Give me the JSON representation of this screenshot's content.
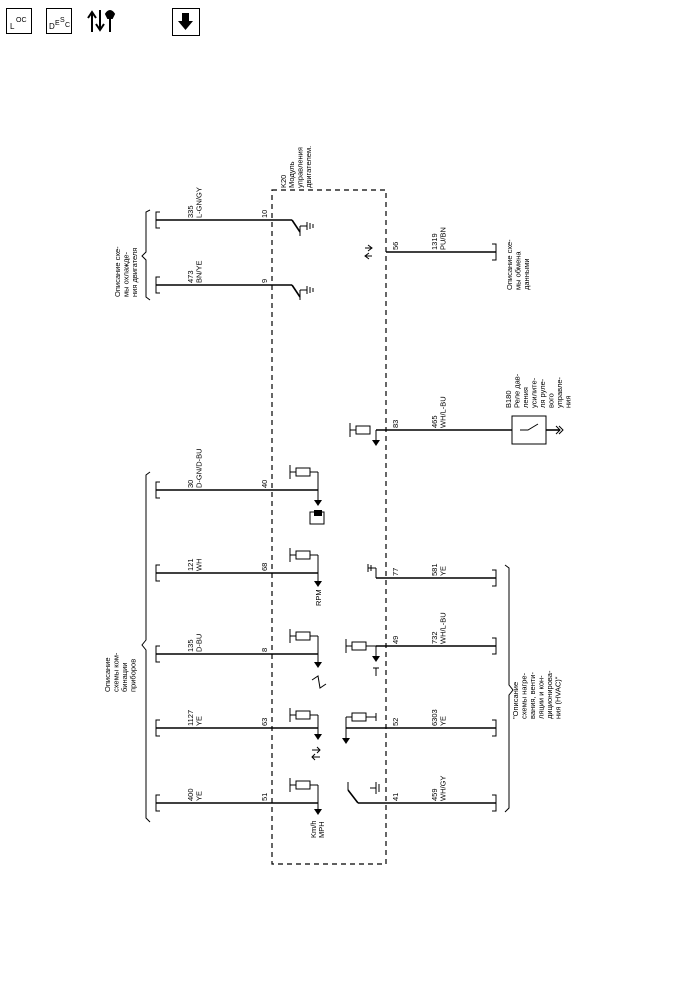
{
  "toolbar": {
    "loc_button": {
      "main": "L",
      "sub": "OC"
    },
    "desc_button": {
      "main": "D",
      "sub1": "E",
      "sub2": "S",
      "sub3": "C"
    },
    "tools_icon": "wrench-updown-icon",
    "download_icon": "arrow-down-icon"
  },
  "diagram": {
    "module_id": "K20",
    "module_name_lines": [
      "Модуль",
      "управления",
      "двигателем."
    ],
    "left_group_top_lines": [
      "Описание схе-",
      "мы охлажде-",
      "ния двигателя"
    ],
    "left_group_bottom_lines": [
      "Описание",
      "схемы ком-",
      "бинации",
      "приборов"
    ],
    "right_top_lines": [
      "Описание схе-",
      "мы обмена",
      "данными"
    ],
    "b180_lines": [
      "B180",
      "Реле дав-",
      "ления",
      "усилите-",
      "ля руле-",
      "вого",
      "управле-",
      "ния"
    ],
    "hvac_lines": [
      "\"Описание",
      "схемы нагре-",
      "вания, венти-",
      "ляции и кон-",
      "диционирова-",
      "ния (HVAC)\""
    ],
    "wires": [
      {
        "id": "335",
        "color": "L-GN/GY",
        "pin": "10"
      },
      {
        "id": "473",
        "color": "BN/YE",
        "pin": "9"
      },
      {
        "id": "1319",
        "color": "PU/BN",
        "pin": "56"
      },
      {
        "id": "465",
        "color": "WH/L-BU",
        "pin": "83"
      },
      {
        "id": "30",
        "color": "D-GN/D-BU",
        "pin": "40"
      },
      {
        "id": "121",
        "color": "WH",
        "pin": "68"
      },
      {
        "id": "581",
        "color": "YE",
        "pin": "77"
      },
      {
        "id": "135",
        "color": "D-BU",
        "pin": "8"
      },
      {
        "id": "732",
        "color": "WH/L-BU",
        "pin": "49"
      },
      {
        "id": "1127",
        "color": "YE",
        "pin": "63"
      },
      {
        "id": "6303",
        "color": "YE",
        "pin": "52"
      },
      {
        "id": "400",
        "color": "YE",
        "pin": "51"
      },
      {
        "id": "459",
        "color": "WH/GY",
        "pin": "41"
      }
    ],
    "signal_labels": {
      "rpm": "RPM",
      "speed_line1": "Km/h",
      "speed_line2": "MPH"
    }
  }
}
